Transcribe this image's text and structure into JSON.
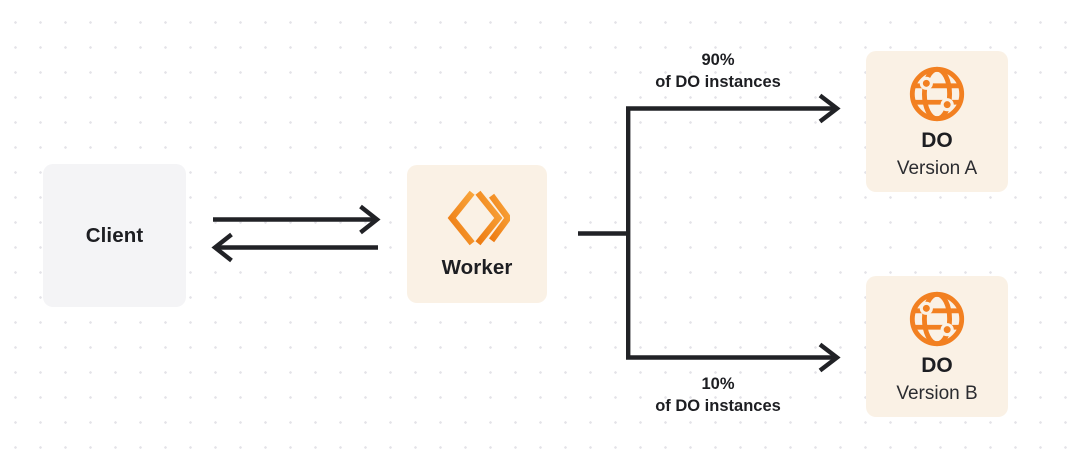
{
  "nodes": {
    "client": {
      "label": "Client"
    },
    "worker": {
      "label": "Worker",
      "icon": "cloudflare-workers-icon"
    },
    "do_a": {
      "title": "DO",
      "subtitle": "Version A",
      "icon": "globe-icon"
    },
    "do_b": {
      "title": "DO",
      "subtitle": "Version B",
      "icon": "globe-icon"
    }
  },
  "edges": {
    "client_worker": {
      "type": "bidirectional-arrows"
    },
    "worker_do_a": {
      "percent": "90%",
      "caption": "of DO instances"
    },
    "worker_do_b": {
      "percent": "10%",
      "caption": "of DO instances"
    }
  },
  "colors": {
    "canvas_bg": "#FFFFFF",
    "grid_dot": "#E4E3E8",
    "node_cream_bg": "#FAF1E5",
    "node_gray_bg": "#F4F4F6",
    "brand_orange": "#F28021",
    "brand_orange_dark": "#ED7B12",
    "brand_orange_light": "#F9A53B",
    "connector": "#212226",
    "text_primary": "#1D1E22",
    "text_secondary": "#2B2C30"
  }
}
